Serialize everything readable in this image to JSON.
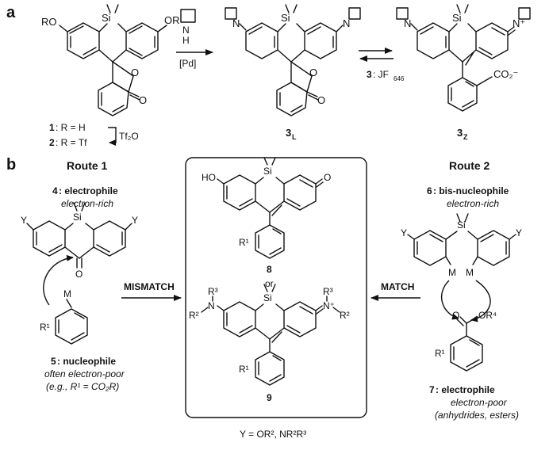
{
  "panel_a": {
    "label": "a",
    "reagent_top": "N",
    "reagent_h": "H",
    "reagent_pd": "[Pd]",
    "compound_1_label": "1",
    "compound_1_text": ": R = H",
    "compound_2_label": "2",
    "compound_2_text": ": R = Tf",
    "tf2o": "Tf₂O",
    "sm_or_left": "RO",
    "sm_or_right": "OR",
    "si": "Si",
    "o_ring": "O",
    "o_carbonyl": "O",
    "eq_label": "3",
    "eq_text": ": JF",
    "eq_sub": "646",
    "compound_3L": "3",
    "compound_3L_sub": "L",
    "compound_3Z": "3",
    "compound_3Z_sub": "Z",
    "n_left": "N",
    "n_right": "N",
    "n_plus": "N⁺",
    "co2": "CO₂⁻"
  },
  "panel_b": {
    "label": "b",
    "route1": {
      "title": "Route 1",
      "top_num": "4",
      "top_role": ": electrophile",
      "top_desc": "electron-rich",
      "y_left": "Y",
      "y_right": "Y",
      "si": "Si",
      "o": "O",
      "m": "M",
      "r1": "R¹",
      "bottom_num": "5",
      "bottom_role": ": nucleophile",
      "bottom_desc": "often electron-poor",
      "bottom_eg": "(e.g., R¹ = CO₂R)",
      "arrow_label": "MISMATCH"
    },
    "center": {
      "ho": "HO",
      "o": "O",
      "si_top": "Si",
      "r1_top": "R¹",
      "num_8": "8",
      "or": "or",
      "r3_left": "R³",
      "r2_left": "R²",
      "n_left": "N",
      "si_bottom": "Si",
      "r3_right": "R³",
      "n_right": "N⁺",
      "r2_right": "R²",
      "r1_bottom": "R¹",
      "num_9": "9",
      "footnote": "Y = OR², NR²R³"
    },
    "route2": {
      "title": "Route 2",
      "top_num": "6",
      "top_role": ": bis-nucleophile",
      "top_desc": "electron-rich",
      "y_left": "Y",
      "y_right": "Y",
      "si": "Si",
      "m_left": "M",
      "m_right": "M",
      "o": "O",
      "or4": "OR⁴",
      "r1": "R¹",
      "bottom_num": "7",
      "bottom_role": ": electrophile",
      "bottom_desc": "electron-poor",
      "bottom_eg": "(anhydrides, esters)",
      "arrow_label": "MATCH"
    }
  }
}
